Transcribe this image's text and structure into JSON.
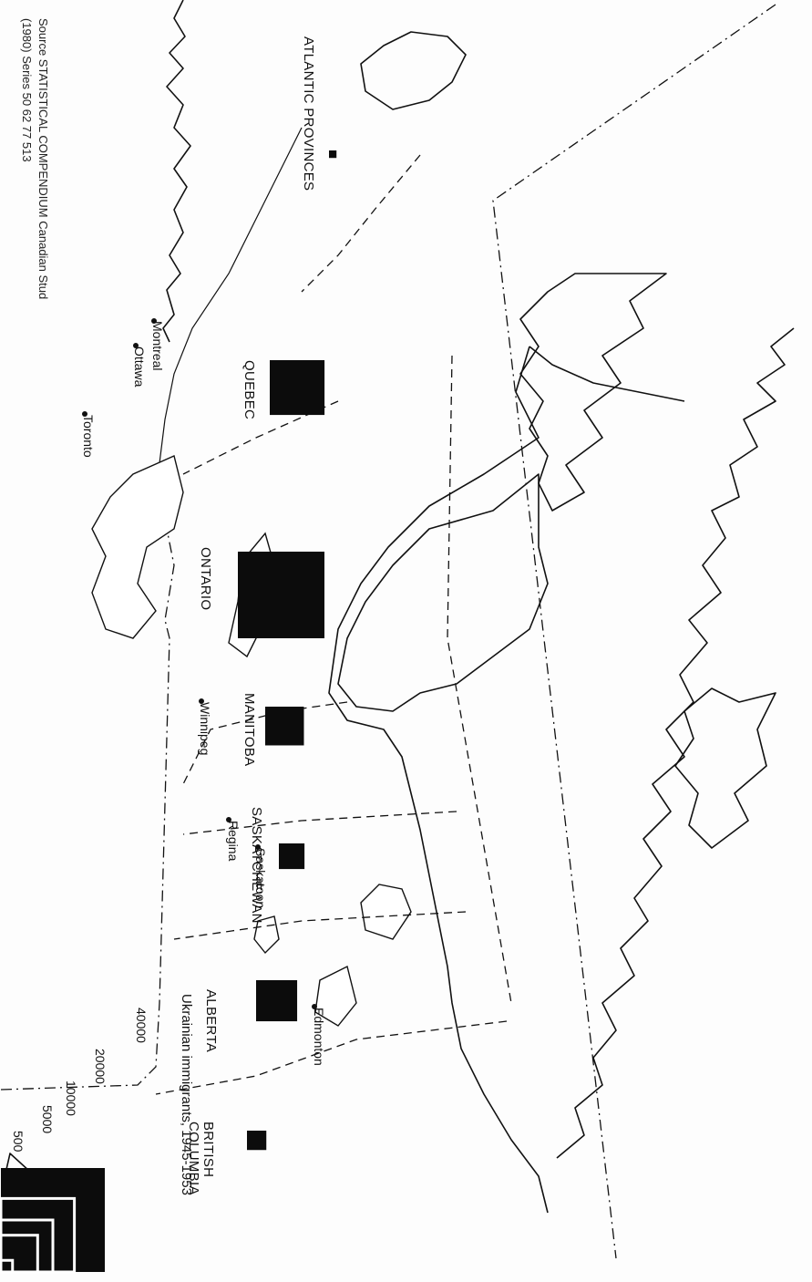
{
  "provinces": [
    {
      "key": "bc",
      "label": "BRITISH COLUMBIA",
      "value": 2000
    },
    {
      "key": "ab",
      "label": "ALBERTA",
      "value": 9000
    },
    {
      "key": "sk",
      "label": "SASKATCHEWAN",
      "value": 3500
    },
    {
      "key": "mb",
      "label": "MANITOBA",
      "value": 8000
    },
    {
      "key": "on",
      "label": "ONTARIO",
      "value": 40000
    },
    {
      "key": "qc",
      "label": "QUEBEC",
      "value": 16000
    },
    {
      "key": "atl",
      "label": "ATLANTIC PROVINCES",
      "value": 300
    }
  ],
  "cities": [
    "Edmonton",
    "Saskatoon",
    "Regina",
    "Winnipeg",
    "Toronto",
    "Ottawa",
    "Montreal"
  ],
  "legend": {
    "title": "Ukrainian immigrants, 1945-1953",
    "values": [
      40000,
      20000,
      10000,
      5000,
      500
    ],
    "value_labels": [
      "40000",
      "20000",
      "10000",
      "5000",
      "500"
    ]
  },
  "source": {
    "line1": "Source  STATISTICAL COMPENDIUM Canadian Stud",
    "line2": "(1980) Series 50 62 77 513"
  },
  "colors": {
    "ink": "#111111",
    "paper": "#fdfdfd"
  }
}
